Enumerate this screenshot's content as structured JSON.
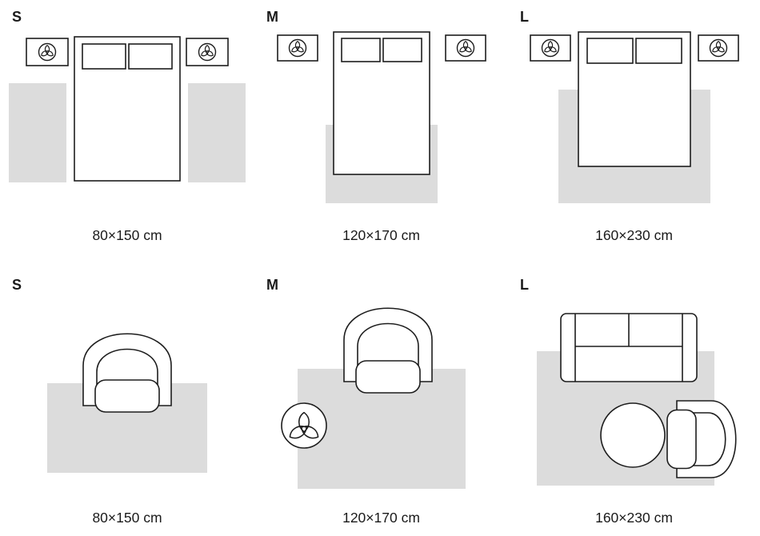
{
  "colors": {
    "rug_fill": "#dcdcdc",
    "line": "#1d1d1d",
    "text": "#1a1a1a"
  },
  "cells": [
    {
      "size": "S",
      "dimension": "80×150 cm",
      "scene": "bedroom"
    },
    {
      "size": "M",
      "dimension": "120×170 cm",
      "scene": "bedroom"
    },
    {
      "size": "L",
      "dimension": "160×230 cm",
      "scene": "bedroom"
    },
    {
      "size": "S",
      "dimension": "80×150 cm",
      "scene": "living-room"
    },
    {
      "size": "M",
      "dimension": "120×170 cm",
      "scene": "living-room"
    },
    {
      "size": "L",
      "dimension": "160×230 cm",
      "scene": "living-room"
    }
  ]
}
